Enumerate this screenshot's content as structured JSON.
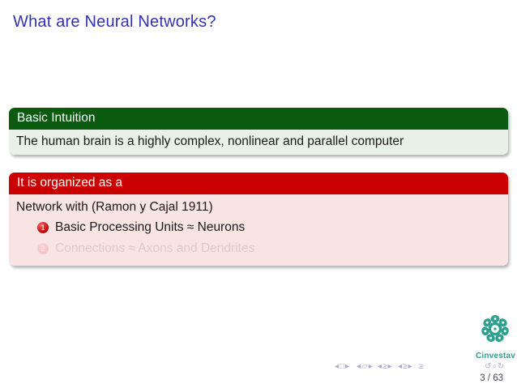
{
  "title": "What are Neural Networks?",
  "block_intuition": {
    "header": "Basic Intuition",
    "body": "The human brain is a highly complex, nonlinear and parallel computer"
  },
  "block_organized": {
    "header": "It is organized as a",
    "intro": "Network with (Ramon y Cajal 1911)",
    "items": [
      {
        "number": "1",
        "text": "Basic Processing Units ≈ Neurons"
      },
      {
        "number": "2",
        "text": "Connections ≈ Axons and Dendrites"
      }
    ]
  },
  "footer": {
    "nav_groups": [
      "◂□▸",
      "◂▱▸",
      "◂≥▸",
      "◂≥▸",
      "≥",
      "↺⌕↻"
    ],
    "logo_label": "Cinvestav",
    "page_number": "3 / 63"
  },
  "colors": {
    "title-blue": "#3333B2",
    "block-green": "#0A5A0F",
    "block-green-body": "#E9F0E7",
    "block-red": "#CB0000",
    "block-red-body": "#F9E4E4",
    "teal": "#2FA08C",
    "nav": "#A9A9D4",
    "page-num": "#45455A"
  }
}
